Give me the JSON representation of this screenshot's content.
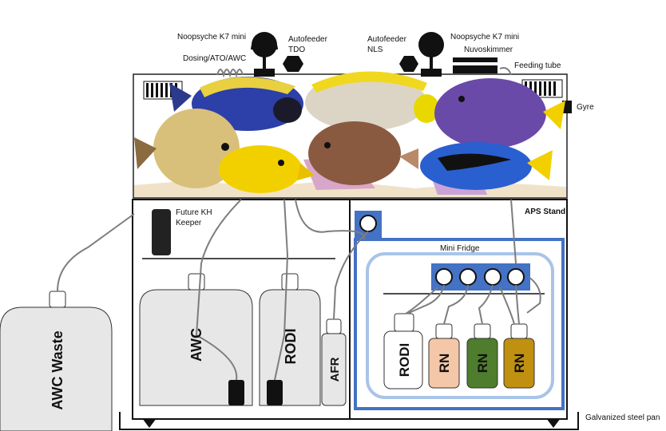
{
  "labels": {
    "noopsyche_left": "Noopsyche K7 mini",
    "noopsyche_right": "Noopsyche K7 mini",
    "autofeeder_tdo_line1": "Autofeeder",
    "autofeeder_tdo_line2": "TDO",
    "autofeeder_nls_line1": "Autofeeder",
    "autofeeder_nls_line2": "NLS",
    "dosing": "Dosing/ATO/AWC",
    "nuvoskimmer": "Nuvoskimmer",
    "feeding_tube": "Feeding tube",
    "gyre": "Gyre",
    "future_kh_line1": "Future KH",
    "future_kh_line2": "Keeper",
    "aps_stand": "APS Stand",
    "mini_fridge": "Mini Fridge",
    "galvanized_pan": "Galvanized steel pan"
  },
  "containers": {
    "awc_waste": "AWC Waste",
    "awc": "AWC",
    "rodi_left": "RODI",
    "afr": "AFR",
    "rodi_fridge": "RODI",
    "rn1": "RN",
    "rn2": "RN",
    "rn3": "RN"
  },
  "colors": {
    "stand_blue": "#4472c4",
    "fridge_light_blue": "#a9c4e8",
    "rn1": "#f4c7a8",
    "rn2": "#4e7d2d",
    "rn3": "#c09010",
    "tank_sand": "#f0e2c8",
    "container_grey": "#e7e7e7"
  }
}
